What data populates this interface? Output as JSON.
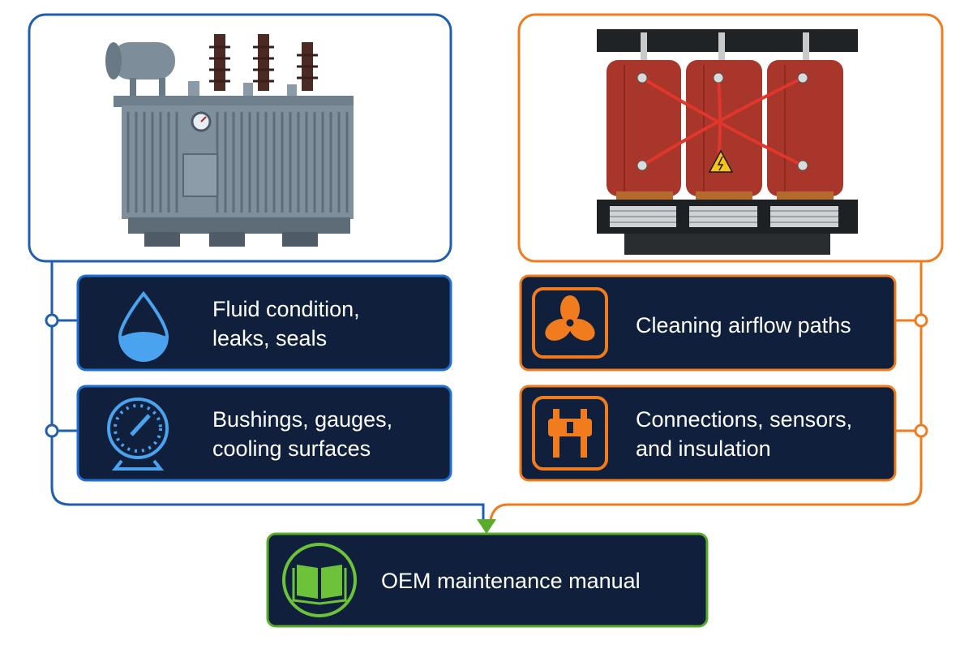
{
  "colors": {
    "oil_blue": "#1f5fae",
    "dry_orange": "#f07c1e",
    "manual_green": "#5aab2c",
    "box_fill": "#0f1f3c",
    "icon_blue": "#4aa3ef",
    "icon_orange": "#f07c1e",
    "icon_green": "#6cc33a"
  },
  "images": {
    "oil_transformer": "oil-immersed-transformer-illustration",
    "dry_transformer": "dry-type-cast-resin-transformer-illustration"
  },
  "left_items": [
    {
      "icon": "water-drop-icon",
      "line1": "Fluid condition,",
      "line2": "leaks, seals"
    },
    {
      "icon": "gauge-icon",
      "line1": "Bushings, gauges,",
      "line2": "cooling surfaces"
    }
  ],
  "right_items": [
    {
      "icon": "fan-icon",
      "line1": "Cleaning airflow paths",
      "line2": ""
    },
    {
      "icon": "connector-icon",
      "line1": "Connections, sensors,",
      "line2": "and insulation"
    }
  ],
  "manual": {
    "icon": "book-icon",
    "label": "OEM maintenance manual"
  }
}
